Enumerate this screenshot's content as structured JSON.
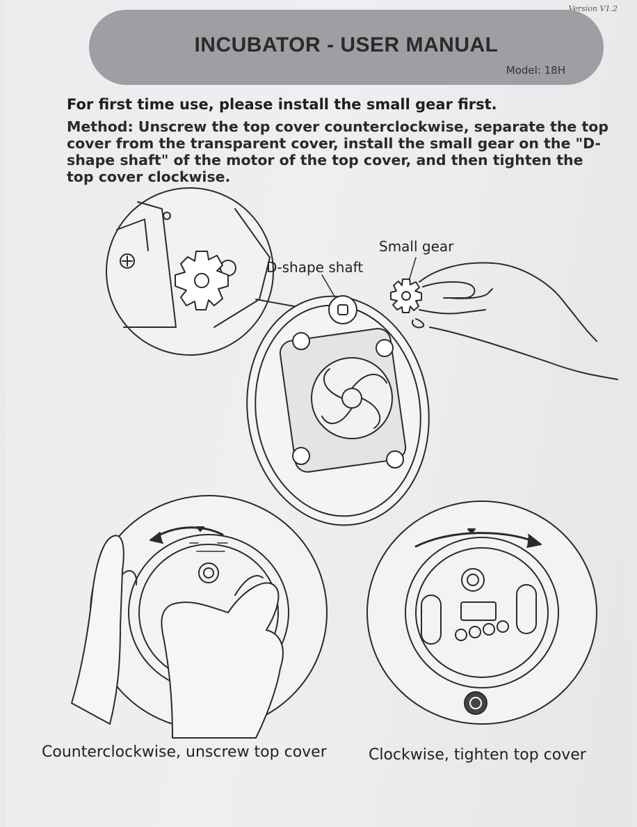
{
  "version": "Version V1.2",
  "header": {
    "title": "INCUBATOR - USER MANUAL",
    "model": "Model: 18H"
  },
  "intro": {
    "heading": "For first time use, please install the small gear first.",
    "method_label": "Method:",
    "method_text": " Unscrew the top cover counterclockwise, separate the top cover from the transparent cover, install the small gear on the \"D-shape shaft\" of the motor of the top cover, and then tighten the top cover clockwise."
  },
  "figure_labels": {
    "small_gear": "Small gear",
    "d_shaft": "D-shape shaft"
  },
  "captions": {
    "left": "Counterclockwise, unscrew top cover",
    "right": "Clockwise, tighten top cover"
  }
}
